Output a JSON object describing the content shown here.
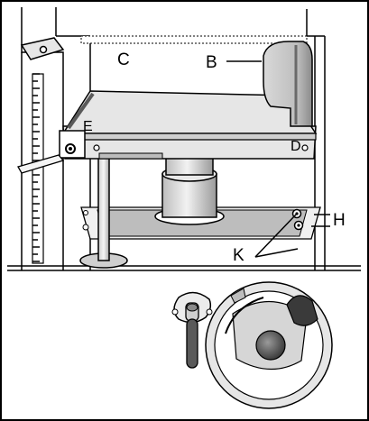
{
  "callouts": {
    "c": "C",
    "b": "B",
    "e": "E",
    "d": "D",
    "h": "H",
    "k": "K"
  },
  "colors": {
    "line": "#000000",
    "background": "#ffffff",
    "shade_light": "#e6e6e6",
    "shade_mid": "#bdbdbd",
    "shade_dark": "#8a8a8a",
    "shade_darker": "#5a5a5a"
  }
}
